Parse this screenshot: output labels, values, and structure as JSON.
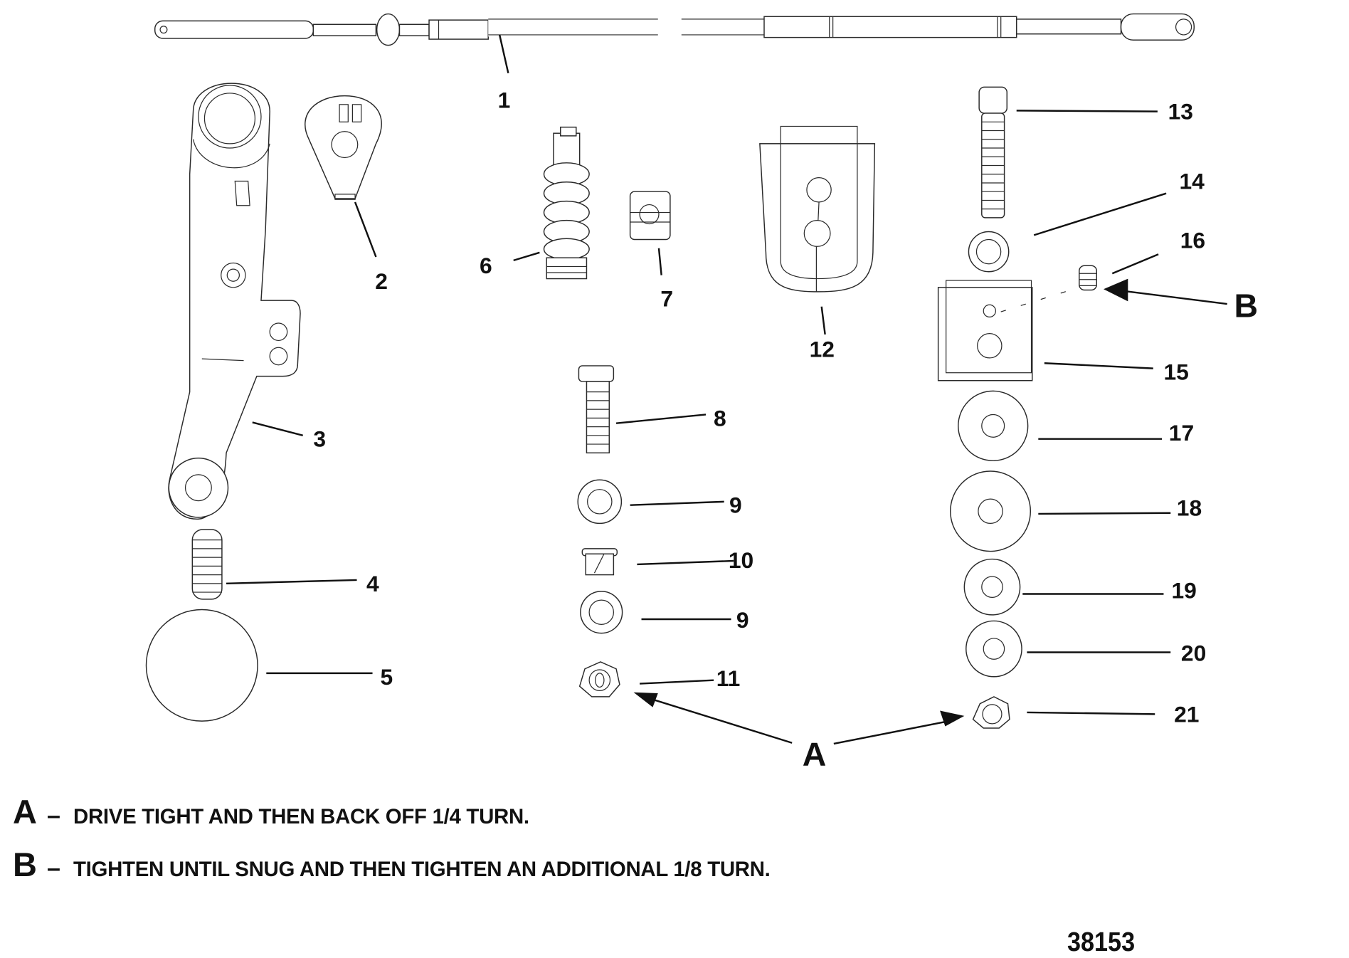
{
  "diagram": {
    "type": "exploded parts diagram",
    "figure_number": "38153",
    "callouts": [
      {
        "id": "1",
        "label": "1"
      },
      {
        "id": "2",
        "label": "2"
      },
      {
        "id": "3",
        "label": "3"
      },
      {
        "id": "4",
        "label": "4"
      },
      {
        "id": "5",
        "label": "5"
      },
      {
        "id": "6",
        "label": "6"
      },
      {
        "id": "7",
        "label": "7"
      },
      {
        "id": "8",
        "label": "8"
      },
      {
        "id": "9a",
        "label": "9"
      },
      {
        "id": "10",
        "label": "10"
      },
      {
        "id": "9b",
        "label": "9"
      },
      {
        "id": "11",
        "label": "11"
      },
      {
        "id": "12",
        "label": "12"
      },
      {
        "id": "13",
        "label": "13"
      },
      {
        "id": "14",
        "label": "14"
      },
      {
        "id": "15",
        "label": "15"
      },
      {
        "id": "16",
        "label": "16"
      },
      {
        "id": "17",
        "label": "17"
      },
      {
        "id": "18",
        "label": "18"
      },
      {
        "id": "19",
        "label": "19"
      },
      {
        "id": "20",
        "label": "20"
      },
      {
        "id": "21",
        "label": "21"
      }
    ],
    "annotation_letters": {
      "a": "A",
      "b": "B"
    }
  },
  "notes": [
    {
      "letter": "A",
      "separator": "–",
      "text": "DRIVE TIGHT AND THEN BACK OFF 1/4 TURN."
    },
    {
      "letter": "B",
      "separator": "–",
      "text": "TIGHTEN UNTIL SNUG AND THEN TIGHTEN AN ADDITIONAL 1/8 TURN."
    }
  ]
}
